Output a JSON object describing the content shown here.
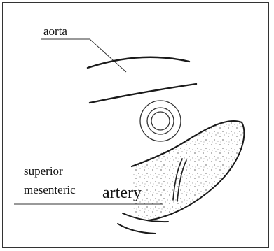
{
  "diagram": {
    "labels": {
      "aorta": "aorta",
      "superior": "superior",
      "mesenteric": "mesenteric",
      "artery": "artery"
    },
    "colors": {
      "line": "#222222",
      "frame": "#333333",
      "stipple": "#888888",
      "background": "#ffffff"
    }
  }
}
